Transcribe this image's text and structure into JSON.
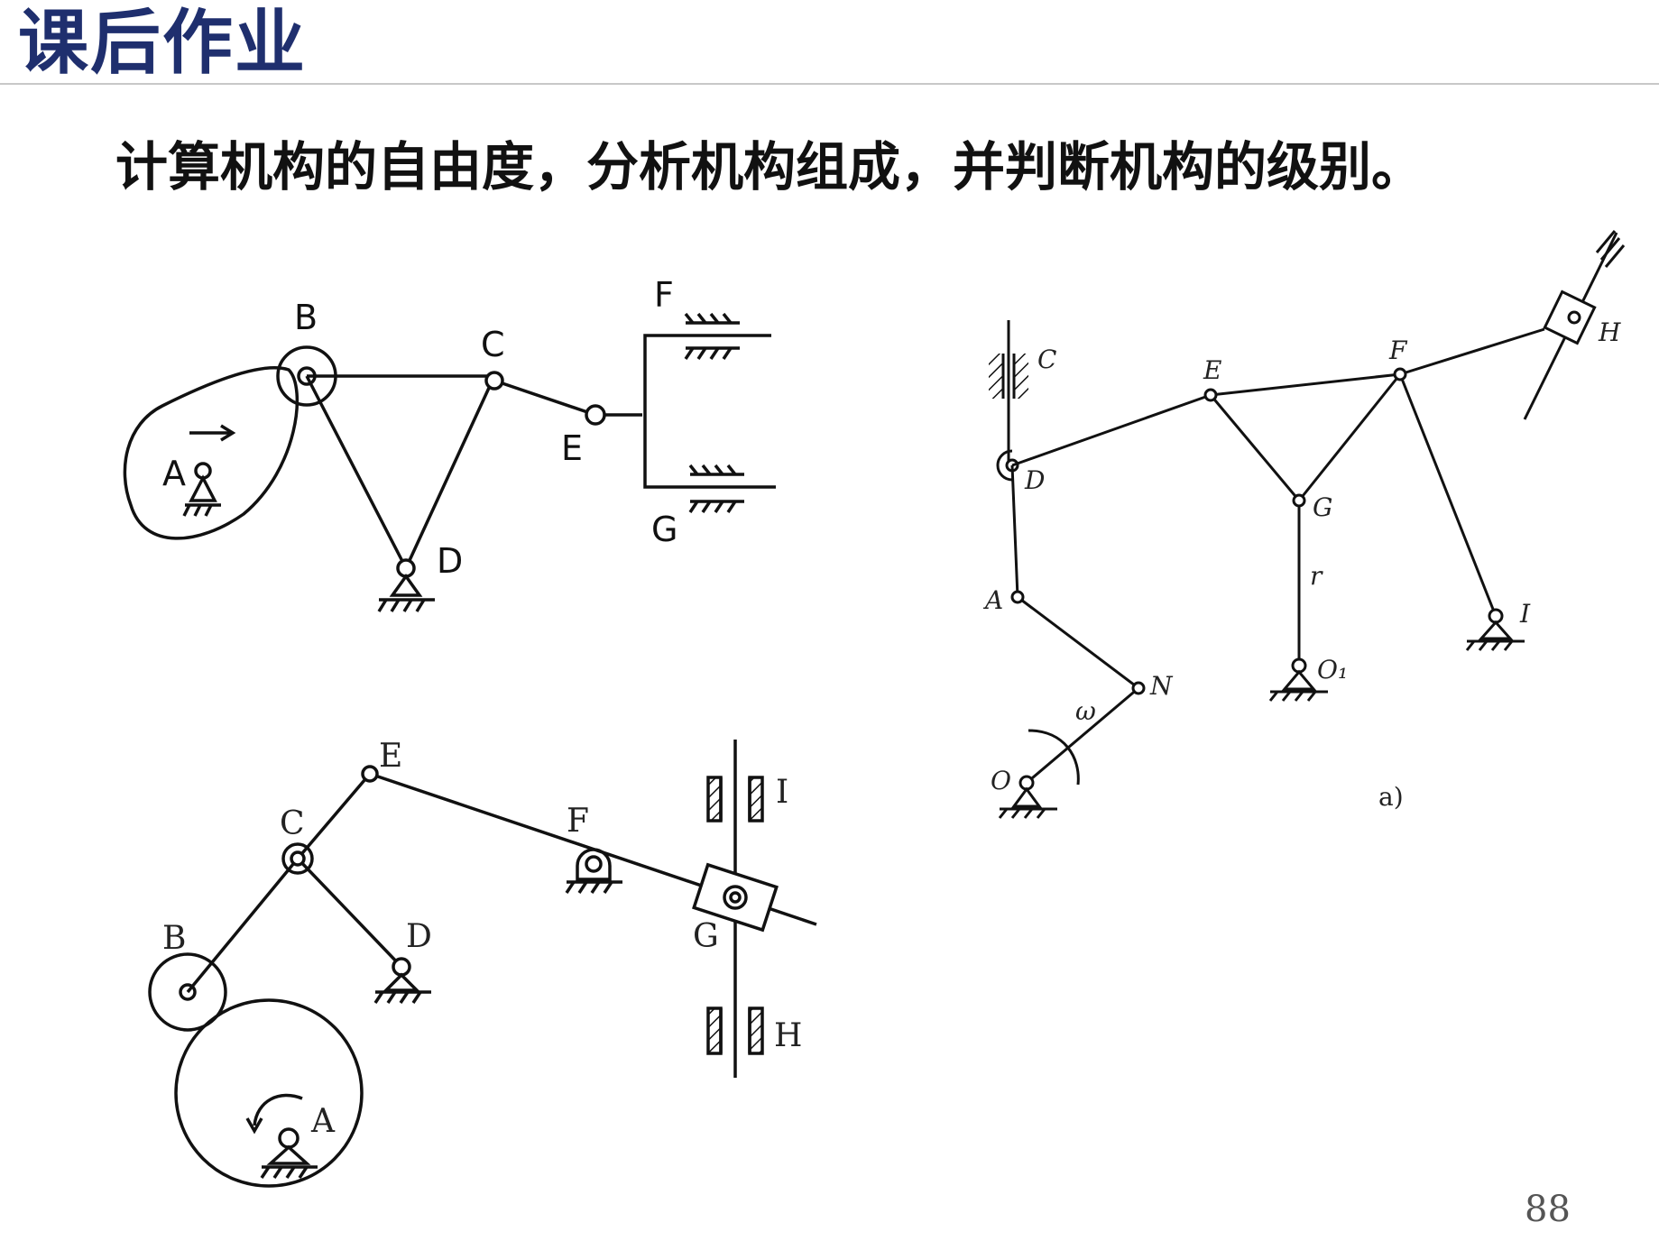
{
  "slide": {
    "title": "课后作业",
    "task": "计算机构的自由度，分析机构组成，并判断机构的级别。",
    "page_number": "88"
  },
  "diagram1": {
    "labels": {
      "A": "A",
      "B": "B",
      "C": "C",
      "D": "D",
      "E": "E",
      "F": "F",
      "G": "G"
    }
  },
  "diagram2": {
    "labels": {
      "A": "A",
      "B": "B",
      "C": "C",
      "D": "D",
      "E": "E",
      "F": "F",
      "G": "G",
      "H": "H",
      "I": "I"
    }
  },
  "diagram3": {
    "labels": {
      "A": "A",
      "C": "C",
      "D": "D",
      "E": "E",
      "F": "F",
      "G": "G",
      "H": "H",
      "I": "I",
      "N": "N",
      "O": "O",
      "O1": "O₁",
      "r": "r",
      "w": "ω"
    },
    "caption": "a)"
  },
  "colors": {
    "title": "#1f2f6e",
    "line": "#111111"
  }
}
